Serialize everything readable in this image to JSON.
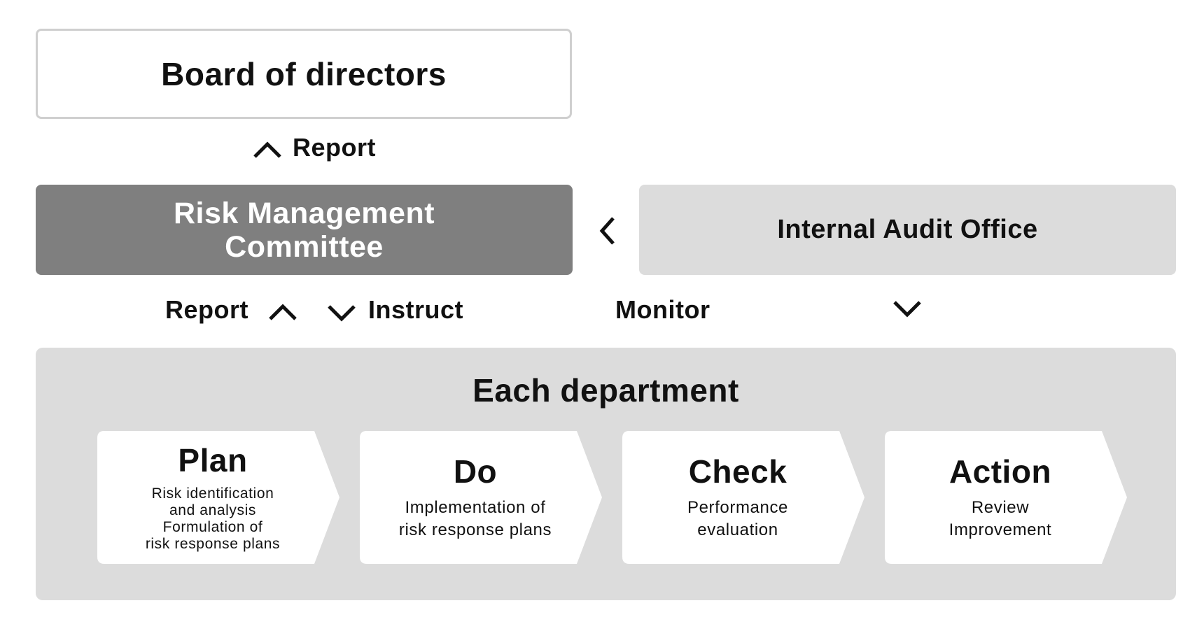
{
  "board": {
    "label": "Board of directors"
  },
  "rmc": {
    "line1": "Risk Management",
    "line2": "Committee"
  },
  "iao": {
    "label": "Internal Audit Office"
  },
  "arrows": {
    "report_top": "Report",
    "report_mid": "Report",
    "instruct": "Instruct",
    "monitor": "Monitor"
  },
  "department": {
    "title": "Each department",
    "steps": [
      {
        "title": "Plan",
        "lines": [
          "Risk identification",
          "and analysis",
          "Formulation of",
          "risk response plans"
        ]
      },
      {
        "title": "Do",
        "lines": [
          "Implementation of",
          "risk response plans"
        ]
      },
      {
        "title": "Check",
        "lines": [
          "Performance",
          "evaluation"
        ]
      },
      {
        "title": "Action",
        "lines": [
          "Review",
          "Improvement"
        ]
      }
    ]
  },
  "colors": {
    "committee_fill": "#7f7f7f",
    "panel_fill": "#dcdcdc",
    "box_border": "#cfcfcf"
  }
}
